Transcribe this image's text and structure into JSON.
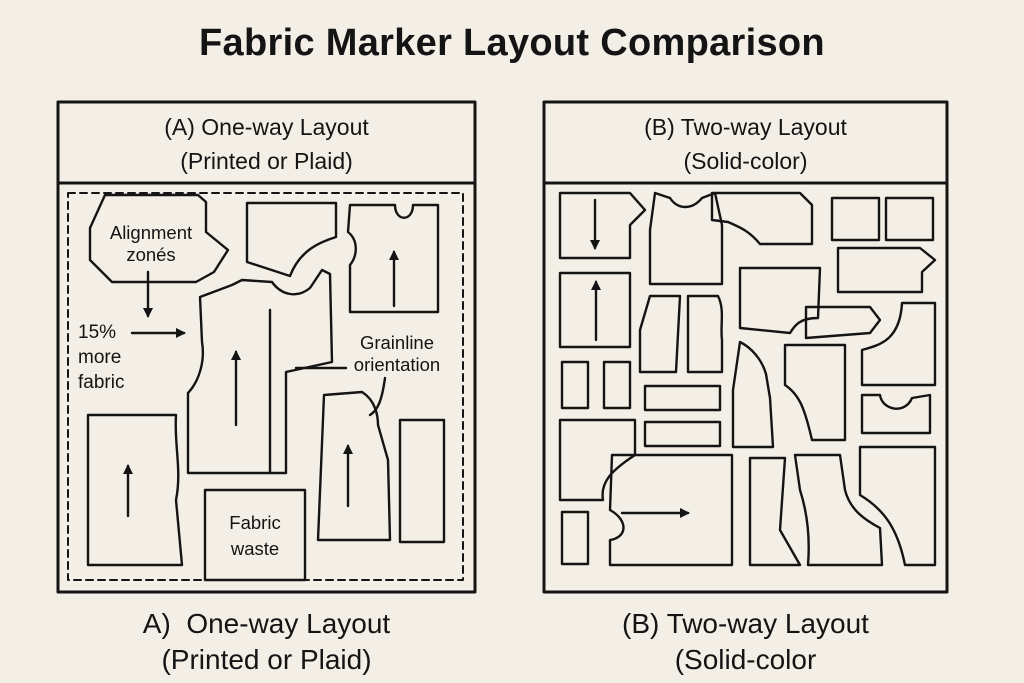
{
  "title": "Fabric Marker Layout Comparison",
  "panel_a": {
    "header_line1": "(A) One-way Layout",
    "header_line2": "(Printed or Plaid)",
    "annotations": {
      "alignment_line1": "Alignment",
      "alignment_line2": "zonés",
      "percent_line1": "15%",
      "percent_line2": "more",
      "percent_line3": "fabric",
      "grainline_line1": "Grainline",
      "grainline_line2": "orientation",
      "waste_line1": "Fabric",
      "waste_line2": "waste"
    },
    "caption_line1": "A)  One-way Layout",
    "caption_line2": "(Printed or Plaid)"
  },
  "panel_b": {
    "header_line1": "(B) Two-way Layout",
    "header_line2": "(Solid-color)",
    "caption_line1": "(B) Two-way Layout",
    "caption_line2": "(Solid-color"
  }
}
